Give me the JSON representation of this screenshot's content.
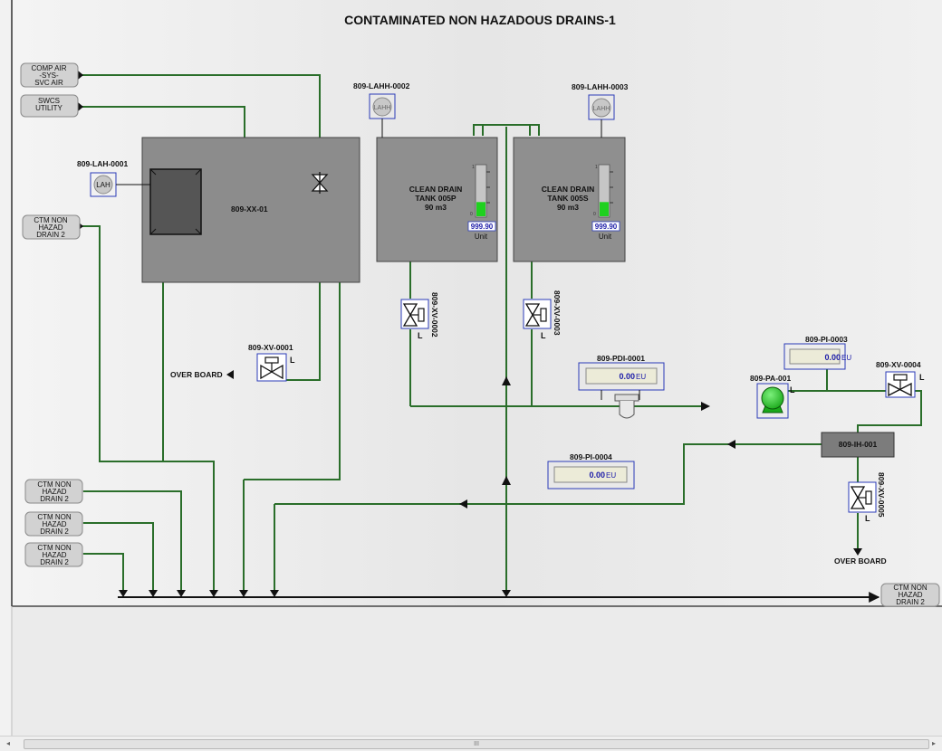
{
  "title": "CONTAMINATED NON HAZADOUS DRAINS-1",
  "sources": {
    "comp_air": [
      "COMP AIR",
      "-SYS-",
      "SVC AIR"
    ],
    "swcs_utility": [
      "SWCS",
      "UTILITY"
    ],
    "ctm_non_hazad_drain_2": [
      "CTM NON",
      "HAZAD",
      "DRAIN 2"
    ]
  },
  "alarms": {
    "lah_0001": {
      "tag": "809-LAH-0001",
      "label": "LAH"
    },
    "lahh_0002": {
      "tag": "809-LAHH-0002",
      "label": "LAHH"
    },
    "lahh_0003": {
      "tag": "809-LAHH-0003",
      "label": "LAHH"
    }
  },
  "package_tag": "809-XX-01",
  "tanks": [
    {
      "name": "CLEAN DRAIN",
      "tank": "TANK 005P",
      "capacity": "90 m3",
      "level_value": "999.90",
      "unit": "Unit",
      "level_fraction": 0.28,
      "scale_top": "1",
      "scale_bottom": "0"
    },
    {
      "name": "CLEAN DRAIN",
      "tank": "TANK 005S",
      "capacity": "90 m3",
      "level_value": "999.90",
      "unit": "Unit",
      "level_fraction": 0.28,
      "scale_top": "1",
      "scale_bottom": "0"
    }
  ],
  "valves": {
    "xv_0001": {
      "tag": "809-XV-0001",
      "mode": "L"
    },
    "xv_0002": {
      "tag": "809-XV-0002",
      "mode": "L"
    },
    "xv_0003": {
      "tag": "809-XV-0003",
      "mode": "L"
    },
    "xv_0004": {
      "tag": "809-XV-0004",
      "mode": "L"
    },
    "xv_0005": {
      "tag": "809-XV-0005",
      "mode": "L"
    }
  },
  "instruments": {
    "pdi_0001": {
      "tag": "809-PDI-0001",
      "value": "0.00",
      "unit": "EU"
    },
    "pi_0003": {
      "tag": "809-PI-0003",
      "value": "0.00",
      "unit": "EU"
    },
    "pi_0004": {
      "tag": "809-PI-0004",
      "value": "0.00",
      "unit": "EU"
    }
  },
  "pump": {
    "tag": "809-PA-001",
    "mode": "L",
    "color": "#22c422"
  },
  "heater": {
    "tag": "809-IH-001"
  },
  "over_board": "OVER BOARD",
  "scrollbar": {
    "grip": "III",
    "left_arrow": "◂",
    "right_arrow": "▸"
  },
  "colors": {
    "pipe": "#2a6e2a",
    "tank": "#8f8f8f",
    "level_fill": "#1fd11f",
    "value_text": "#1a1aa8",
    "alarm_border": "#2b3bb8"
  }
}
